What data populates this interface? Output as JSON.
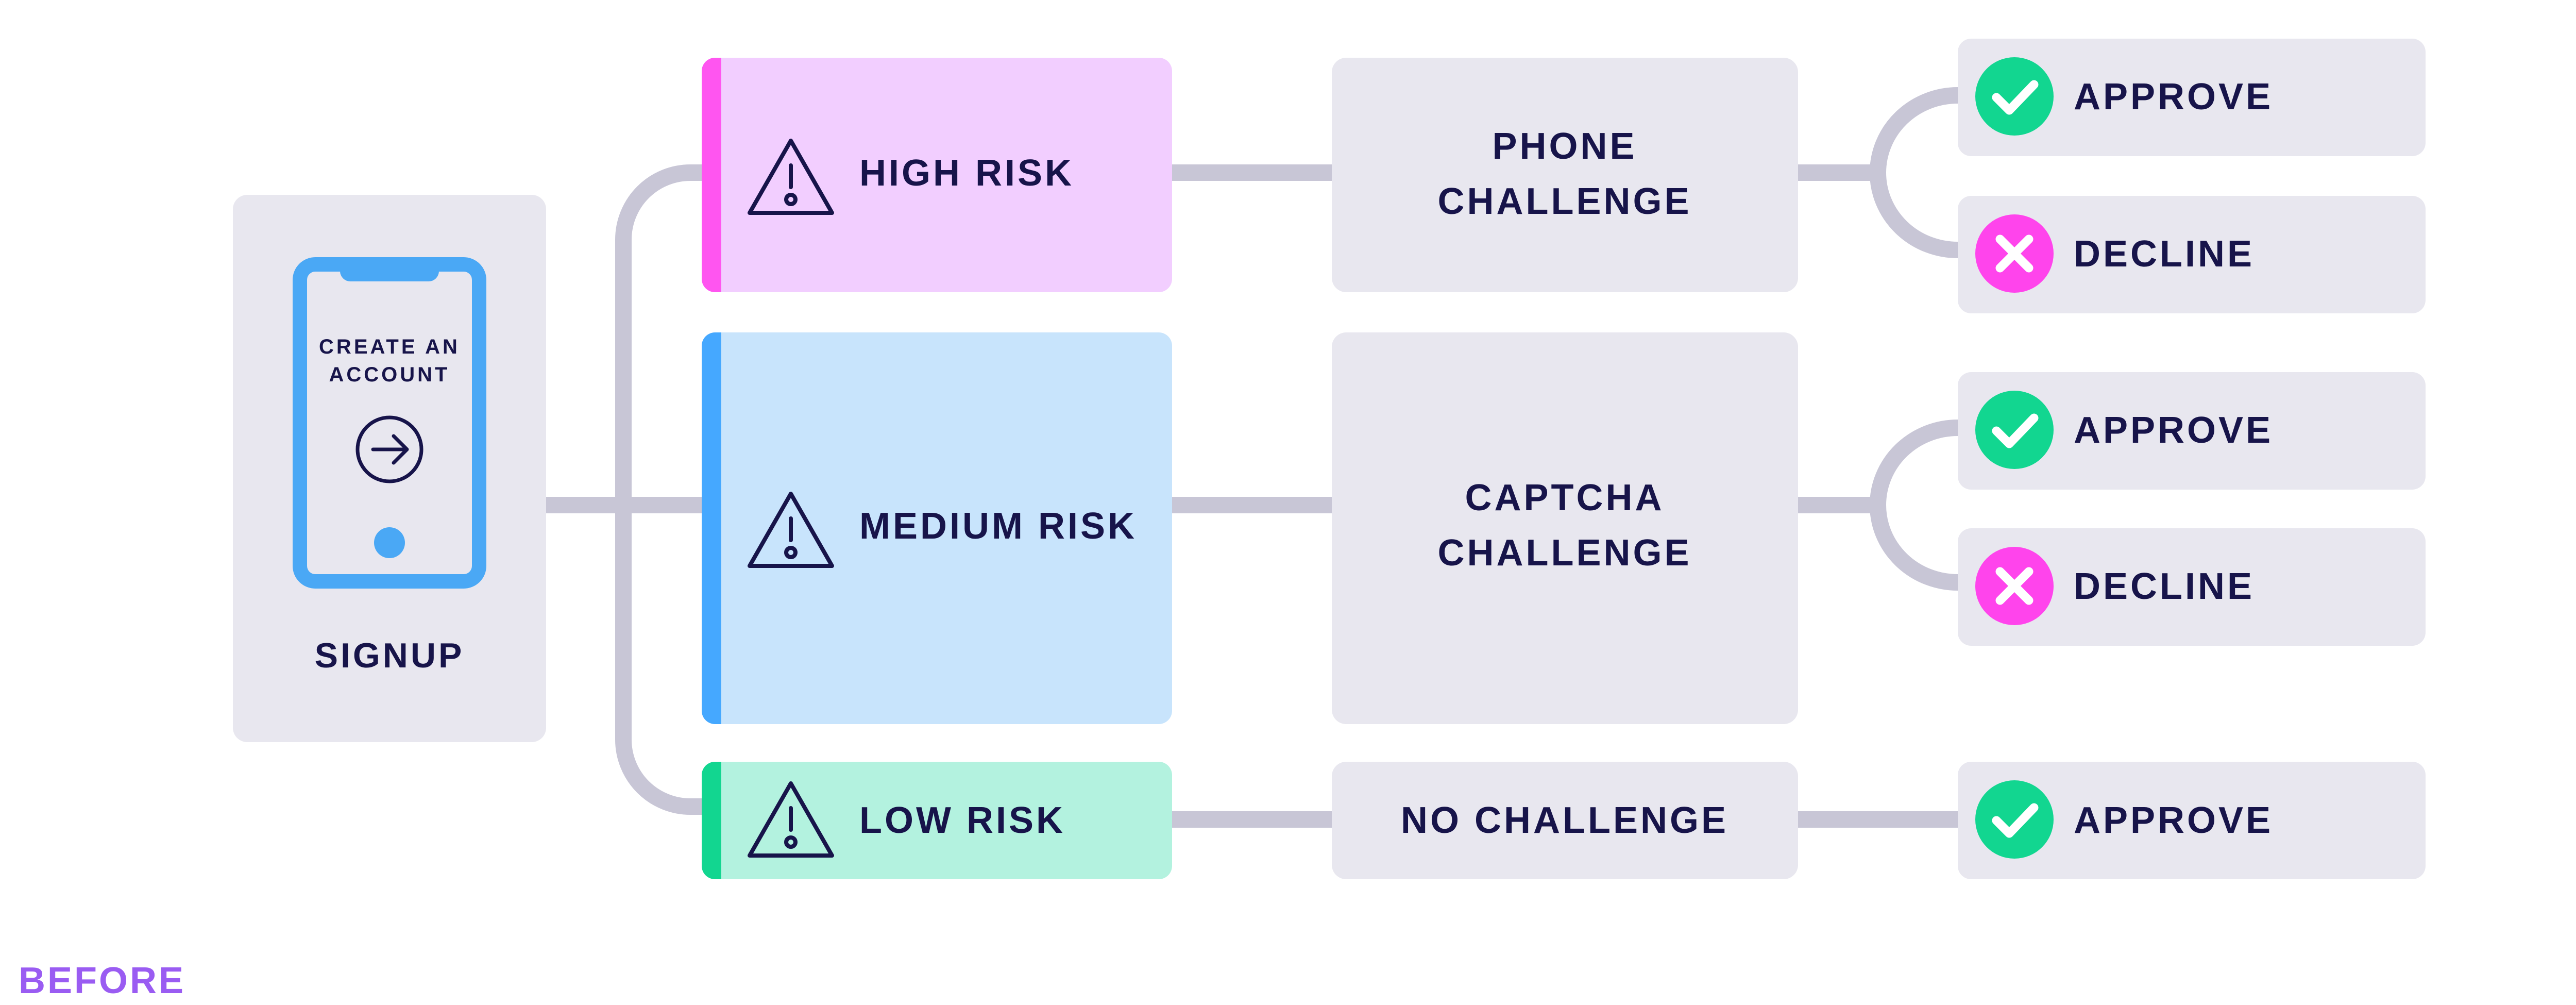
{
  "signup": {
    "screen_text_line1": "CREATE AN",
    "screen_text_line2": "ACCOUNT",
    "label": "SIGNUP"
  },
  "risk_levels": [
    {
      "label": "HIGH RISK",
      "accent": "#ff55f0",
      "fill": "#f2ceff"
    },
    {
      "label": "MEDIUM RISK",
      "accent": "#45a8ff",
      "fill": "#c8e4fc"
    },
    {
      "label": "LOW RISK",
      "accent": "#12d690",
      "fill": "#b3f2df"
    }
  ],
  "challenges": [
    {
      "line1": "PHONE",
      "line2": "CHALLENGE"
    },
    {
      "line1": "CAPTCHA",
      "line2": "CHALLENGE"
    },
    {
      "line1": "NO CHALLENGE"
    }
  ],
  "outcomes": [
    {
      "label": "APPROVE",
      "icon": "check-icon"
    },
    {
      "label": "DECLINE",
      "icon": "x-icon"
    },
    {
      "label": "APPROVE",
      "icon": "check-icon"
    },
    {
      "label": "DECLINE",
      "icon": "x-icon"
    },
    {
      "label": "APPROVE",
      "icon": "check-icon"
    }
  ],
  "colors": {
    "text": "#17144a",
    "box": "#e8e7ef",
    "connector": "#c8c6d6",
    "approve": "#12d690",
    "decline": "#ff44ec",
    "phone": "#4aa8f5",
    "tag": "#9a5cf2"
  },
  "footer_tag": "BEFORE"
}
